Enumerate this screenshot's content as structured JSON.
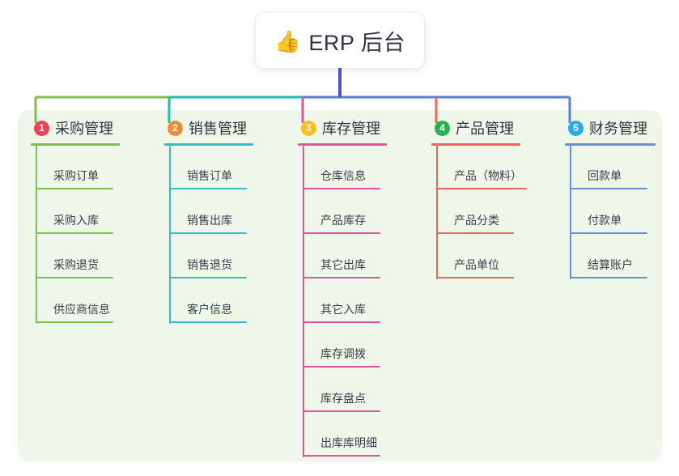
{
  "root": {
    "icon": "thumbs-up-icon",
    "emoji": "👍",
    "title": "ERP 后台"
  },
  "panel": {
    "background": "#eef7e9"
  },
  "connector_colors": {
    "trunk": "#4a57c4",
    "segment_1": "#7cc14b",
    "segment_2": "#17c1b0",
    "segment_3": "#e8529b",
    "segment_4": "#f0645e",
    "segment_5": "#5b7fd4"
  },
  "branches": [
    {
      "number": "1",
      "title": "采购管理",
      "badge_color": "#ef4056",
      "line_color": "#7cc14b",
      "items": [
        "采购订单",
        "采购入库",
        "采购退货",
        "供应商信息"
      ]
    },
    {
      "number": "2",
      "title": "销售管理",
      "badge_color": "#f58a33",
      "line_color": "#35bfc0",
      "items": [
        "销售订单",
        "销售出库",
        "销售退货",
        "客户信息"
      ]
    },
    {
      "number": "3",
      "title": "库存管理",
      "badge_color": "#f6bf26",
      "line_color": "#e8529b",
      "items": [
        "仓库信息",
        "产品库存",
        "其它出库",
        "其它入库",
        "库存调拨",
        "库存盘点",
        "出库库明细"
      ]
    },
    {
      "number": "4",
      "title": "产品管理",
      "badge_color": "#24b351",
      "line_color": "#f0645e",
      "items": [
        "产品（物料）",
        "产品分类",
        "产品单位"
      ]
    },
    {
      "number": "5",
      "title": "财务管理",
      "badge_color": "#2aabe4",
      "line_color": "#6b8fd6",
      "items": [
        "回款单",
        "付款单",
        "结算账户"
      ]
    }
  ]
}
